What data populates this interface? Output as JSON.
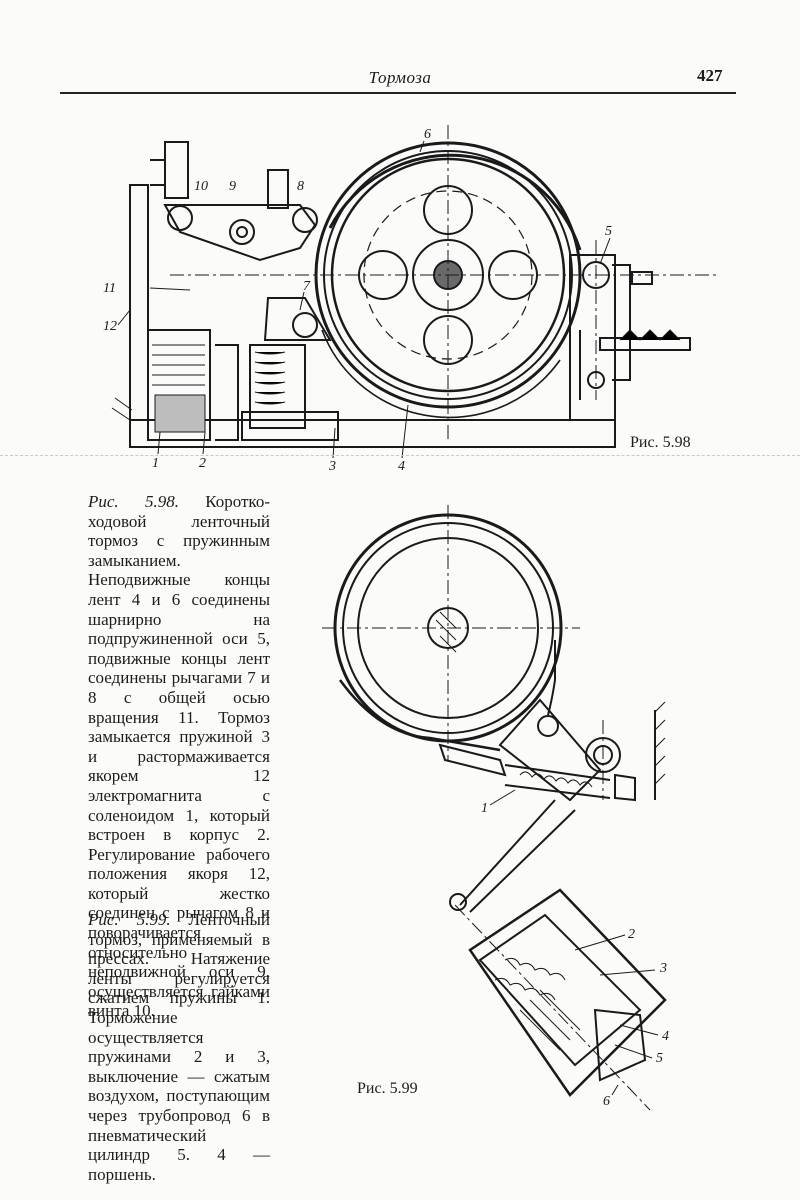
{
  "header": {
    "title": "Тормоза",
    "page_number": "427"
  },
  "figure_5_98": {
    "label": "Рис.  5.98",
    "callouts": [
      "1",
      "2",
      "3",
      "4",
      "5",
      "6",
      "7",
      "8",
      "9",
      "10",
      "11",
      "12"
    ],
    "caption_ref": "Рис. 5.98.",
    "caption_text": "Коротко­ходовой ленточный тормоз с пружинным замыканием. Неподвижные концы лент 4 и 6 соединены шарнирно на подпружиненной оси 5, подвижные концы лент соединены рычагами 7 и 8 с общей осью вращения 11. Тормоз замыкается пружиной 3 и растормаживается якорем 12 электромагнита с соленоидом 1, который встроен в корпус 2. Регулирование рабочего положения якоря 12, который жестко соединен с рычагом 8 и поворачивается относительно неподвижной оси 9, осуществляется гайками винта 10."
  },
  "figure_5_99": {
    "label": "Рис.  5.99",
    "callouts": [
      "1",
      "2",
      "3",
      "4",
      "5",
      "6"
    ],
    "caption_ref": "Рис. 5.99.",
    "caption_text": "Ленточный тормоз, применяемый в прессах. Натяжение ленты регулируется сжатием пружины 1. Торможение осуществляется пружинами 2 и 3, выключение — сжатым воздухом, поступающим через трубопровод 6 в пневматический цилиндр 5. 4 — поршень."
  }
}
